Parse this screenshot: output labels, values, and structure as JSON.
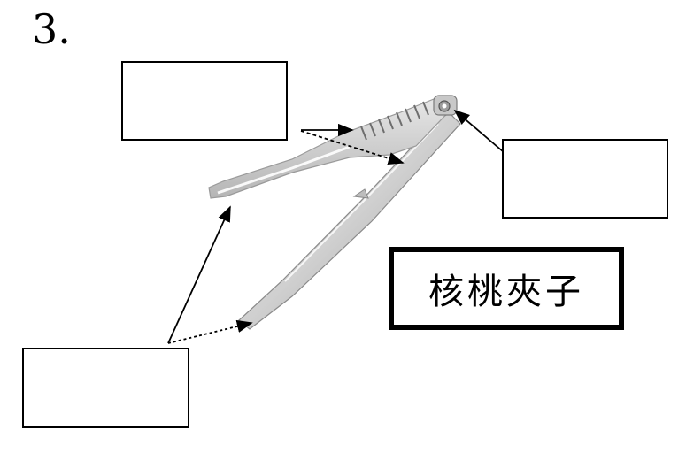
{
  "question_number": "3.",
  "title_label": "核桃夾子",
  "answer_boxes": [
    {
      "id": "top-left",
      "text": ""
    },
    {
      "id": "right",
      "text": ""
    },
    {
      "id": "bottom-left",
      "text": ""
    }
  ],
  "image_subject": "nutcracker-illustration"
}
